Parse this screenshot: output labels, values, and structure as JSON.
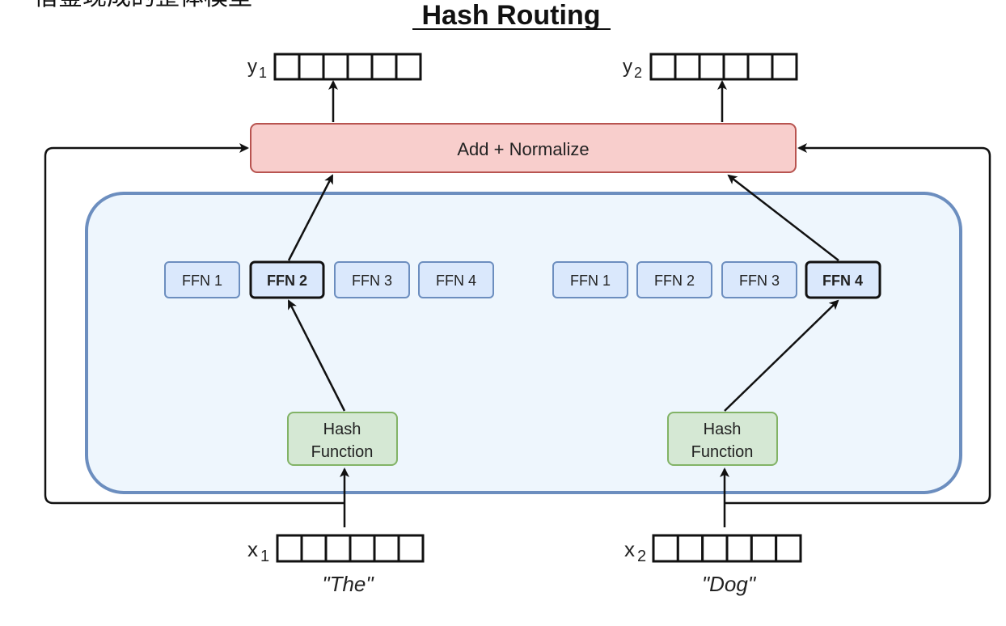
{
  "header": {
    "top_cut_text": "借鉴现成的整体模型",
    "title": "Hash Routing"
  },
  "outputs": [
    {
      "symbol": "y",
      "subscript": "1"
    },
    {
      "symbol": "y",
      "subscript": "2"
    }
  ],
  "inputs": [
    {
      "symbol": "x",
      "subscript": "1",
      "token": "\"The\""
    },
    {
      "symbol": "x",
      "subscript": "2",
      "token": "\"Dog\""
    }
  ],
  "add_normalize": {
    "label": "Add + Normalize"
  },
  "hash_functions": [
    {
      "line1": "Hash",
      "line2": "Function"
    },
    {
      "line1": "Hash",
      "line2": "Function"
    }
  ],
  "ffn_groups": [
    {
      "items": [
        "FFN 1",
        "FFN 2",
        "FFN 3",
        "FFN 4"
      ],
      "selected_index": 1
    },
    {
      "items": [
        "FFN 1",
        "FFN 2",
        "FFN 3",
        "FFN 4"
      ],
      "selected_index": 3
    }
  ],
  "vector_cell_count": 6,
  "colors": {
    "container_fill": "#eef6fd",
    "container_stroke": "#6c8ebf",
    "ffn_fill": "#dae8fc",
    "ffn_stroke": "#6c8ebf",
    "selected_stroke": "#111111",
    "hash_fill": "#d5e8d4",
    "hash_stroke": "#82b366",
    "norm_fill": "#f8cecc",
    "norm_stroke": "#b85450",
    "arrow": "#111111"
  }
}
